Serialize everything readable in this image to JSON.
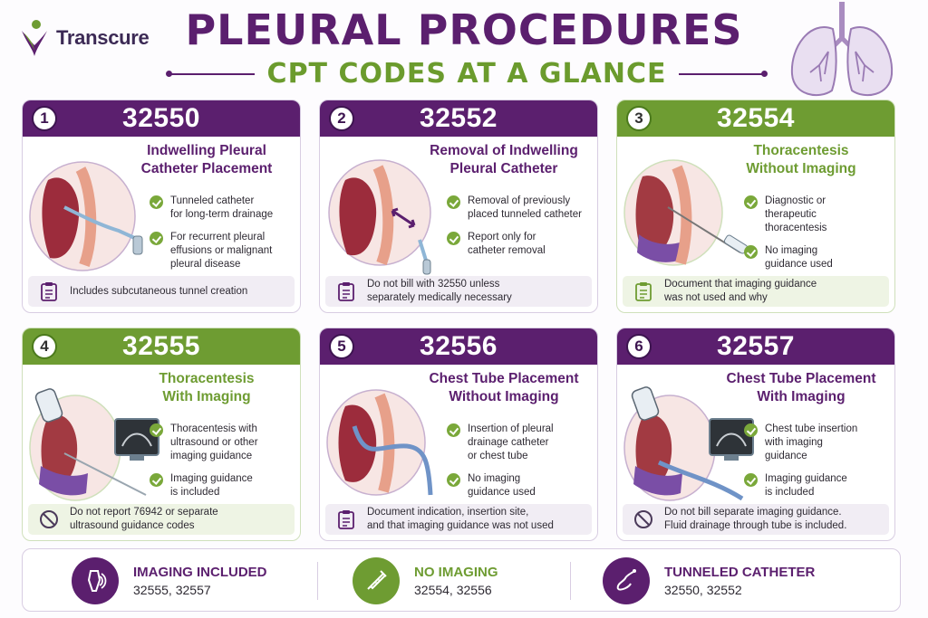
{
  "brand": {
    "name": "Transcure"
  },
  "header": {
    "title": "PLEURAL PROCEDURES",
    "subtitle": "CPT CODES AT A GLANCE"
  },
  "colors": {
    "purple": "#5b1f6e",
    "green": "#6e9c32",
    "check": "#7aa83a"
  },
  "cards": [
    {
      "number": "1",
      "code": "32550",
      "theme": "purple",
      "name_lines": [
        "Indwelling Pleural",
        "Catheter Placement"
      ],
      "bullets": [
        "Tunneled catheter\nfor long-term drainage",
        "For recurrent pleural\neffusions or malignant\npleural disease"
      ],
      "note_icon": "clipboard-icon",
      "note": "Includes subcutaneous tunnel creation"
    },
    {
      "number": "2",
      "code": "32552",
      "theme": "purple",
      "name_lines": [
        "Removal of Indwelling",
        "Pleural Catheter"
      ],
      "bullets": [
        "Removal of previously\nplaced tunneled catheter",
        "Report only for\ncatheter removal"
      ],
      "note_icon": "clipboard-icon",
      "note": "Do not bill with 32550 unless\nseparately medically necessary"
    },
    {
      "number": "3",
      "code": "32554",
      "theme": "green",
      "name_lines": [
        "Thoracentesis",
        "Without Imaging"
      ],
      "bullets": [
        "Diagnostic or\ntherapeutic\nthoracentesis",
        "No imaging\nguidance used"
      ],
      "note_icon": "clipboard-icon",
      "note": "Document that imaging guidance\nwas not used and why"
    },
    {
      "number": "4",
      "code": "32555",
      "theme": "green",
      "name_lines": [
        "Thoracentesis",
        "With Imaging"
      ],
      "bullets": [
        "Thoracentesis with\nultrasound or other\nimaging guidance",
        "Imaging guidance\nis included"
      ],
      "note_icon": "no-sign-icon",
      "note": "Do not report 76942 or separate\nultrasound guidance codes"
    },
    {
      "number": "5",
      "code": "32556",
      "theme": "purple",
      "name_lines": [
        "Chest Tube Placement",
        "Without Imaging"
      ],
      "bullets": [
        "Insertion of pleural\ndrainage catheter\nor chest tube",
        "No imaging\nguidance used"
      ],
      "note_icon": "clipboard-icon",
      "note": "Document indication, insertion site,\nand that imaging guidance was not used"
    },
    {
      "number": "6",
      "code": "32557",
      "theme": "purple",
      "name_lines": [
        "Chest Tube Placement",
        "With Imaging"
      ],
      "bullets": [
        "Chest tube insertion\nwith imaging\nguidance",
        "Imaging guidance\nis included"
      ],
      "note_icon": "no-sign-icon",
      "note": "Do not bill separate imaging guidance.\nFluid drainage through tube is included."
    }
  ],
  "footer": {
    "items": [
      {
        "label": "IMAGING INCLUDED",
        "codes": "32555, 32557",
        "icon": "ultrasound-probe-icon",
        "theme": "purple"
      },
      {
        "label": "NO IMAGING",
        "codes": "32554, 32556",
        "icon": "syringe-icon",
        "theme": "green"
      },
      {
        "label": "TUNNELED CATHETER",
        "codes": "32550, 32552",
        "icon": "catheter-icon",
        "theme": "purple"
      }
    ]
  }
}
